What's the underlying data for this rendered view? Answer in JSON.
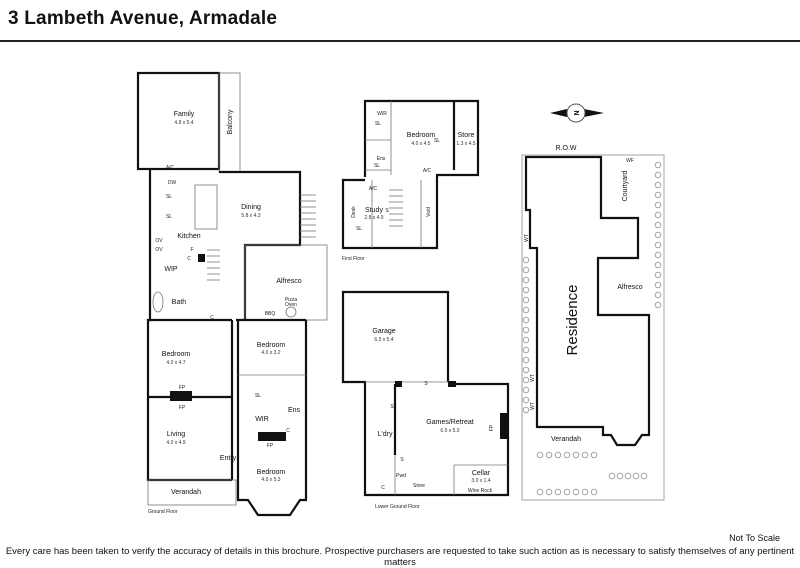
{
  "title": "3 Lambeth Avenue, Armadale",
  "ground_floor": {
    "label": "Ground Floor",
    "rooms": {
      "family": {
        "name": "Family",
        "dim": "4.8 x 5.4"
      },
      "balcony": {
        "name": "Balcony"
      },
      "dining": {
        "name": "Dining",
        "dim": "5.8 x 4.3"
      },
      "kitchen": {
        "name": "Kitchen"
      },
      "wip": {
        "name": "WIP"
      },
      "bath": {
        "name": "Bath"
      },
      "alfresco": {
        "name": "Alfresco"
      },
      "bedroom1": {
        "name": "Bedroom",
        "dim": "4.0 x 4.7"
      },
      "living": {
        "name": "Living",
        "dim": "4.0 x 4.9"
      },
      "entry": {
        "name": "Entry"
      },
      "bedroom2": {
        "name": "Bedroom",
        "dim": "4.0 x 3.2"
      },
      "ens": {
        "name": "Ens"
      },
      "wir": {
        "name": "WIR"
      },
      "bedroom3": {
        "name": "Bedroom",
        "dim": "4.0 x 5.3"
      },
      "verandah": {
        "name": "Verandah"
      }
    },
    "fixtures": {
      "ac": "A/C",
      "dw": "DW",
      "sl1": "SL",
      "sl2": "SL",
      "ov1": "OV",
      "ov2": "OV",
      "f": "F",
      "c1": "C",
      "c2": "C",
      "pizza1": "Pizza",
      "pizza2": "Oven",
      "bbq": "BBQ",
      "fp1": "FP",
      "fp2": "FP",
      "fp3": "FP",
      "sl3": "SL",
      "c3": "C"
    }
  },
  "first_floor": {
    "label": "First Floor",
    "rooms": {
      "wir": {
        "name": "WIR"
      },
      "bedroom": {
        "name": "Bedroom",
        "dim": "4.0 x 4.5"
      },
      "store": {
        "name": "Store",
        "dim": "1.3 x 4.5"
      },
      "ens": {
        "name": "Ens"
      },
      "study": {
        "name": "Study",
        "dim": "2.8 x 4.9"
      },
      "desk": {
        "name": "Desk"
      },
      "void": {
        "name": "Void"
      }
    },
    "fixtures": {
      "ac1": "A/C",
      "ac2": "A/C",
      "sl1": "SL",
      "sl2": "SL",
      "sl3": "SL",
      "sl4": "SL",
      "s": "S"
    }
  },
  "lower_ground_floor": {
    "label": "Lower Ground Floor",
    "rooms": {
      "garage": {
        "name": "Garage",
        "dim": "6.5 x 5.4"
      },
      "games": {
        "name": "Games/Retreat",
        "dim": "6.5 x 5.0"
      },
      "ldry": {
        "name": "L'dry"
      },
      "cellar": {
        "name": "Cellar",
        "dim": "3.0 x 1.4"
      },
      "wine": {
        "name": "Wine Rock"
      },
      "pwd": {
        "name": "Pwd"
      },
      "store": {
        "name": "Store"
      },
      "c": {
        "name": "C"
      }
    },
    "fixtures": {
      "s1": "S",
      "s2": "S",
      "s3": "S",
      "fp": "FP"
    }
  },
  "site_plan": {
    "compass": "N",
    "row": "R.O.W",
    "residence": "Residence",
    "courtyard": "Courtyard",
    "alfresco": "Alfresco",
    "verandah": "Verandah",
    "wf": "WF",
    "wt1": "WT",
    "wt2": "WT",
    "wt3": "WT"
  },
  "footer": {
    "not_to_scale": "Not To Scale",
    "disclaimer": "Every care has been taken to verify the accuracy of details in this brochure. Prospective purchasers are requested to take such action as is necessary to satisfy themselves of any pertinent matters"
  }
}
